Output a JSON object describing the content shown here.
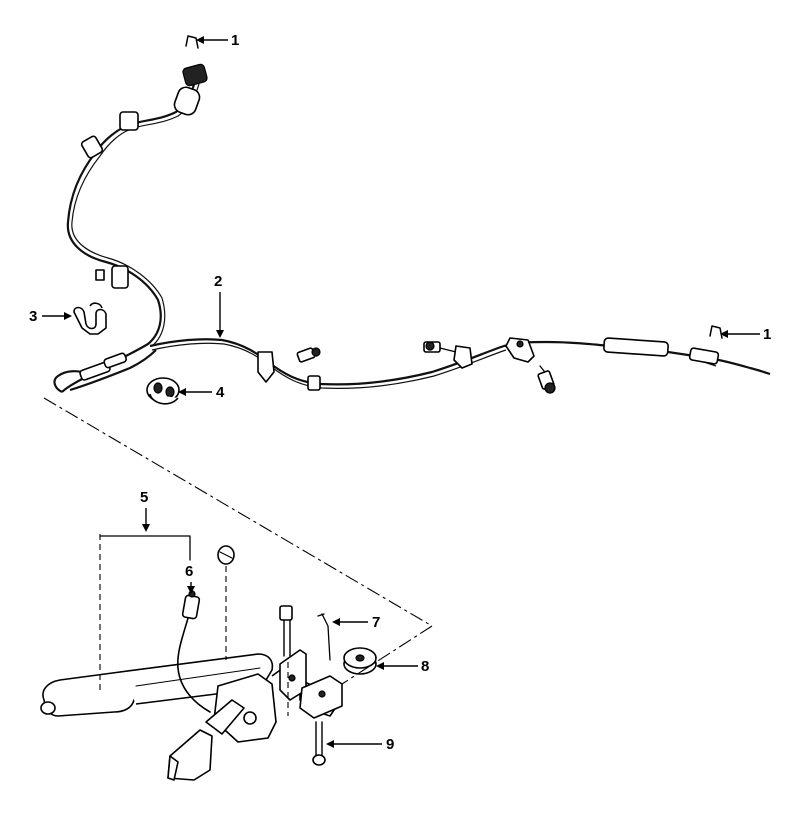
{
  "callouts": {
    "c1a": "1",
    "c1b": "1",
    "c2": "2",
    "c3": "3",
    "c4": "4",
    "c5": "5",
    "c6": "6",
    "c7": "7",
    "c8": "8",
    "c9": "9"
  }
}
